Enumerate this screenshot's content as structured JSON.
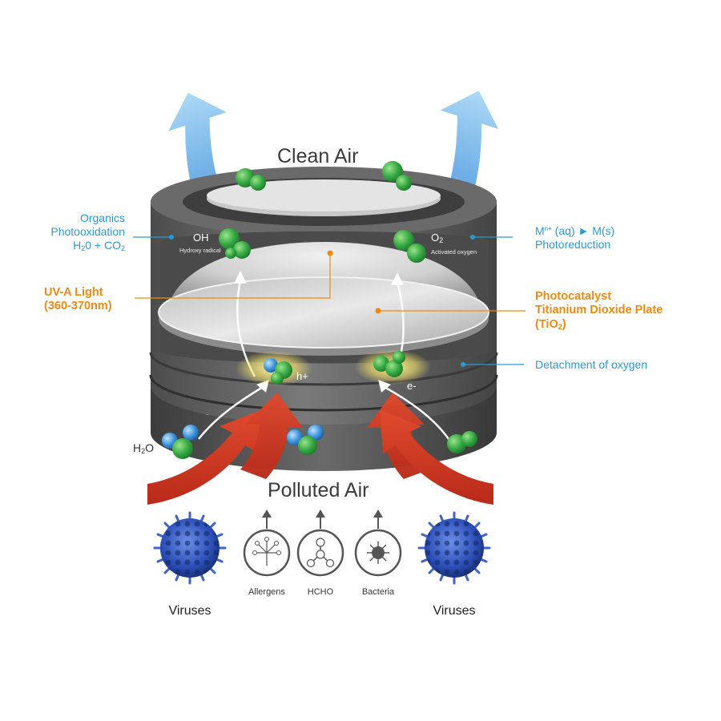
{
  "top_label": "Clean Air",
  "bottom_label": "Polluted Air",
  "left_callouts": {
    "organics": [
      "Organics",
      "Photooxidation"
    ],
    "formula_parts": [
      "H",
      "2",
      "0 + CO",
      "2"
    ],
    "uva": [
      "UV-A Light",
      "(360-370nm)"
    ]
  },
  "right_callouts": {
    "photoreduction_formula": [
      "M",
      "n+",
      " (aq) ► M(s)"
    ],
    "photoreduction": "Photoreduction",
    "photocatalyst": [
      "Photocatalyst",
      "Titianium Dioxide Plate",
      "(TiO",
      "2",
      ")"
    ],
    "detachment": "Detachment of oxygen"
  },
  "inner_labels": {
    "oh": "OH",
    "hydroxy": "Hydroxy radical",
    "o2": [
      "O",
      "2"
    ],
    "activated": "Activated oxygen",
    "h_plus": "h+",
    "e_minus": "e-",
    "h2o": [
      "H",
      "2",
      "O"
    ]
  },
  "pollutants": [
    {
      "label": "Allergens",
      "icon": "allergen-icon"
    },
    {
      "label": "HCHO",
      "icon": "formaldehyde-molecule-icon"
    },
    {
      "label": "Bacteria",
      "icon": "bacteria-icon"
    }
  ],
  "viruses": [
    "Viruses",
    "Viruses"
  ],
  "colors": {
    "callout_blue": "#2a9ad6",
    "callout_orange": "#ee8a12",
    "clean_air_arrow": "#5aaee6",
    "polluted_air_arrow": "#d8412a",
    "device_body": "#5c5c5c",
    "molecule_green": "#33a842",
    "molecule_blue": "#3a8fd8",
    "virus_blue": "#2c4fb8"
  }
}
